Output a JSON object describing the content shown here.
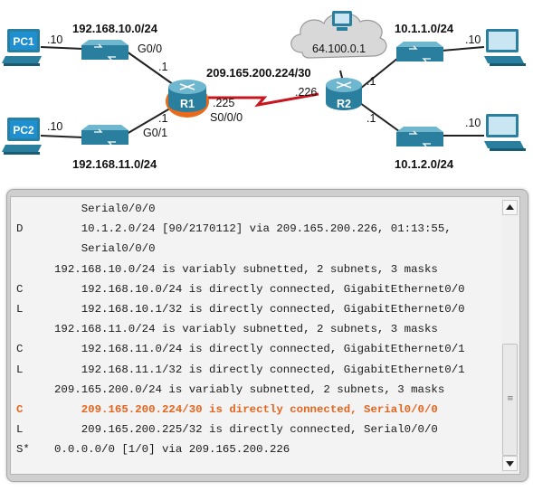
{
  "topology": {
    "pc1_label": "PC1",
    "pc2_label": "PC2",
    "r1_label": "R1",
    "r2_label": "R2",
    "lan1_network": "192.168.10.0/24",
    "lan2_network": "192.168.11.0/24",
    "serial_network": "209.165.200.224/30",
    "r2_lan1_network": "10.1.1.0/24",
    "r2_lan2_network": "10.1.2.0/24",
    "internet_address": "64.100.0.1",
    "pc1_host": ".10",
    "pc2_host": ".10",
    "r1_g00_host": ".1",
    "r1_g01_host": ".1",
    "r1_g00_interface": "G0/0",
    "r1_g01_interface": "G0/1",
    "r1_serial_host": ".225",
    "r1_serial_interface": "S0/0/0",
    "r2_serial_host": ".226",
    "r2_lan1_host": ".1",
    "r2_lan2_host": ".1",
    "r2_pc_top_host": ".10",
    "r2_pc_bottom_host": ".10",
    "colors": {
      "pc_label_bg": "#1e8fd0",
      "device_blue": "#2a7f9f",
      "r1_highlight": "#e86a1a",
      "serial_link": "#c7161e",
      "cloud": "#d8d8d8"
    }
  },
  "terminal": {
    "highlight_color": "#e4651e",
    "lines": [
      {
        "code": "",
        "text": "    Serial0/0/0",
        "highlight": false
      },
      {
        "code": "D",
        "text": "    10.1.2.0/24 [90/2170112] via 209.165.200.226, 01:13:55,",
        "highlight": false
      },
      {
        "code": "",
        "text": "    Serial0/0/0",
        "highlight": false
      },
      {
        "code": "",
        "text": "192.168.10.0/24 is variably subnetted, 2 subnets, 3 masks",
        "highlight": false
      },
      {
        "code": "C",
        "text": "    192.168.10.0/24 is directly connected, GigabitEthernet0/0",
        "highlight": false
      },
      {
        "code": "L",
        "text": "    192.168.10.1/32 is directly connected, GigabitEthernet0/0",
        "highlight": false
      },
      {
        "code": "",
        "text": "192.168.11.0/24 is variably subnetted, 2 subnets, 3 masks",
        "highlight": false
      },
      {
        "code": "C",
        "text": "    192.168.11.0/24 is directly connected, GigabitEthernet0/1",
        "highlight": false
      },
      {
        "code": "L",
        "text": "    192.168.11.1/32 is directly connected, GigabitEthernet0/1",
        "highlight": false
      },
      {
        "code": "",
        "text": "209.165.200.0/24 is variably subnetted, 2 subnets, 3 masks",
        "highlight": false
      },
      {
        "code": "C",
        "text": "    209.165.200.224/30 is directly connected, Serial0/0/0",
        "highlight": true
      },
      {
        "code": "L",
        "text": "    209.165.200.225/32 is directly connected, Serial0/0/0",
        "highlight": false
      },
      {
        "code": "S*",
        "text": "0.0.0.0/0 [1/0] via 209.165.200.226",
        "highlight": false
      }
    ]
  },
  "scrollbar": {
    "up_icon": "triangle-up-icon",
    "down_icon": "triangle-down-icon",
    "grip_icon": "grip-lines-icon",
    "position_fraction": 0.85
  }
}
